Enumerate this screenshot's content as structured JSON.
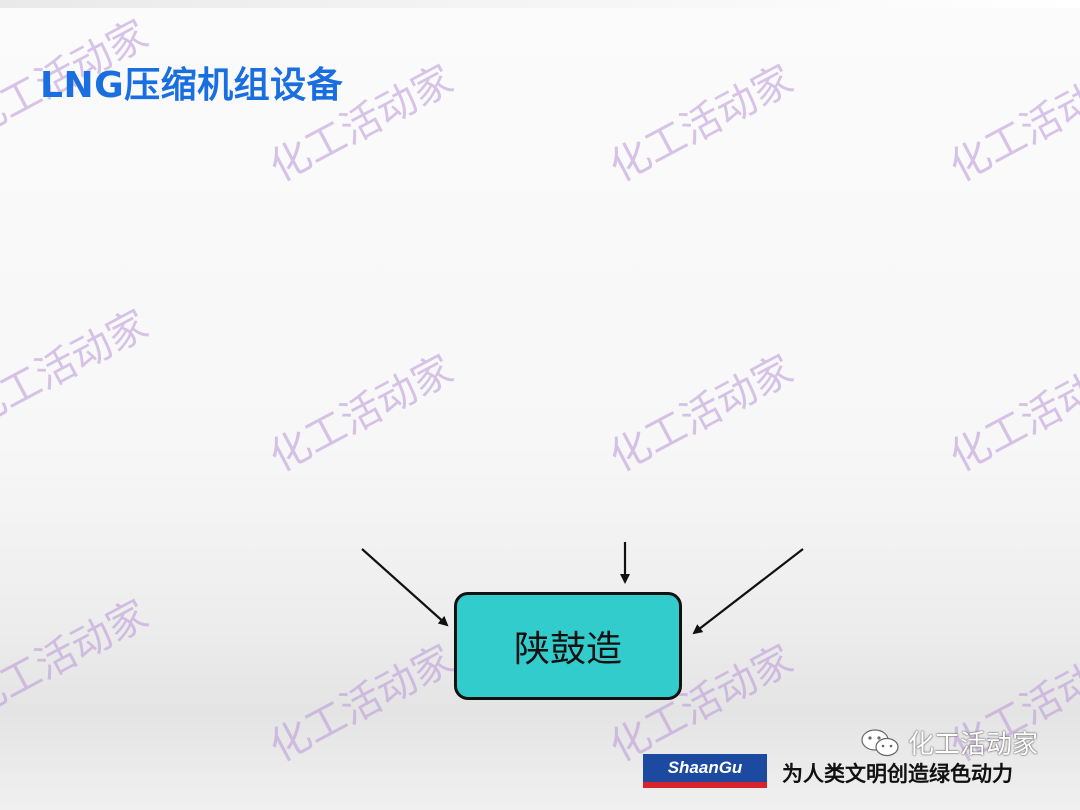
{
  "slide": {
    "title": "LNG压缩机组设备"
  },
  "diagram": {
    "center_box_label": "陕鼓造"
  },
  "watermark": {
    "text": "化工活动家",
    "color": "#b996d7"
  },
  "footer": {
    "logo_text": "ShaanGu",
    "slogan": "为人类文明创造绿色动力",
    "wechat_label": "化工活动家",
    "logo_colors": {
      "blue": "#1c4aa0",
      "red": "#d8232a"
    }
  },
  "colors": {
    "title": "#1a6fe0",
    "box_fill": "#33cccc"
  }
}
